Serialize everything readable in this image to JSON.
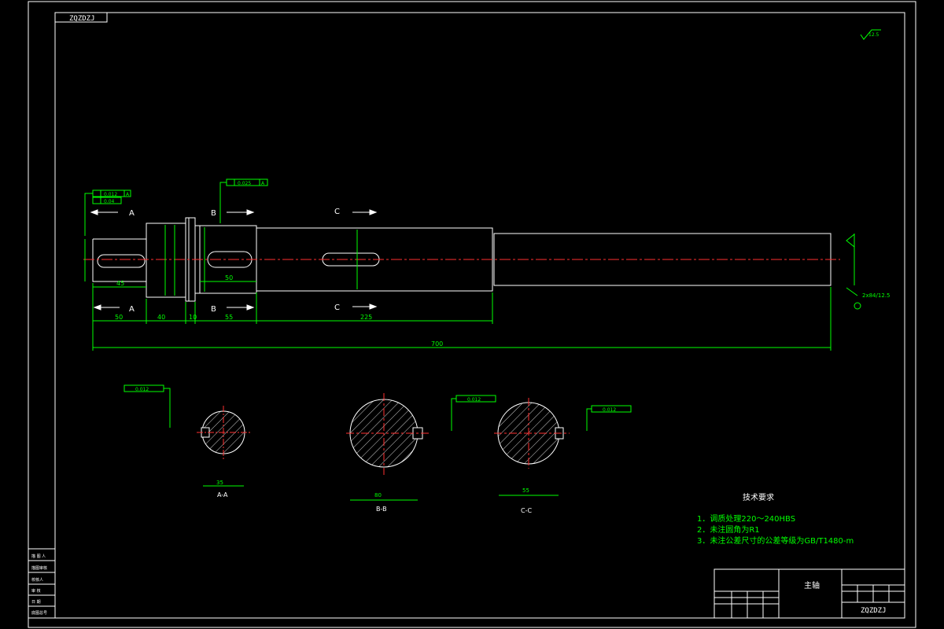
{
  "drawing": {
    "corner_tag": "ZQZDZJ",
    "part_name": "主轴",
    "drawing_code": "ZQZDZJ",
    "roughness_top_right": "12.5",
    "labels": {
      "section_a": "A",
      "section_b": "B",
      "section_c": "C",
      "view_aa": "A-A",
      "view_bb": "B-B",
      "view_cc": "C-C"
    },
    "dimensions": {
      "d50": "50",
      "d40": "40",
      "d10": "10",
      "d55": "55",
      "d225": "225",
      "d700": "700",
      "d45": "45",
      "d50b": "50",
      "d80": "80",
      "d55c": "55",
      "d35": "35",
      "chamfer": "2x84/12.5"
    },
    "tolerances": {
      "t1": "0.012",
      "t2": "0.04",
      "t3": "0.025",
      "t4": "0.012",
      "t5": "0.012",
      "t6": "0.012",
      "datum": "A"
    },
    "tech_requirements": {
      "title": "技术要求",
      "items": [
        "1．调质处理220～240HBS",
        "2．未注圆角为R1",
        "3．未注公差尺寸的公差等级为GB/T1480-m"
      ]
    },
    "left_stamp": [
      "描 图 人",
      "描图审核",
      "校核人",
      "审 核",
      "日 期",
      "底图总号"
    ]
  }
}
